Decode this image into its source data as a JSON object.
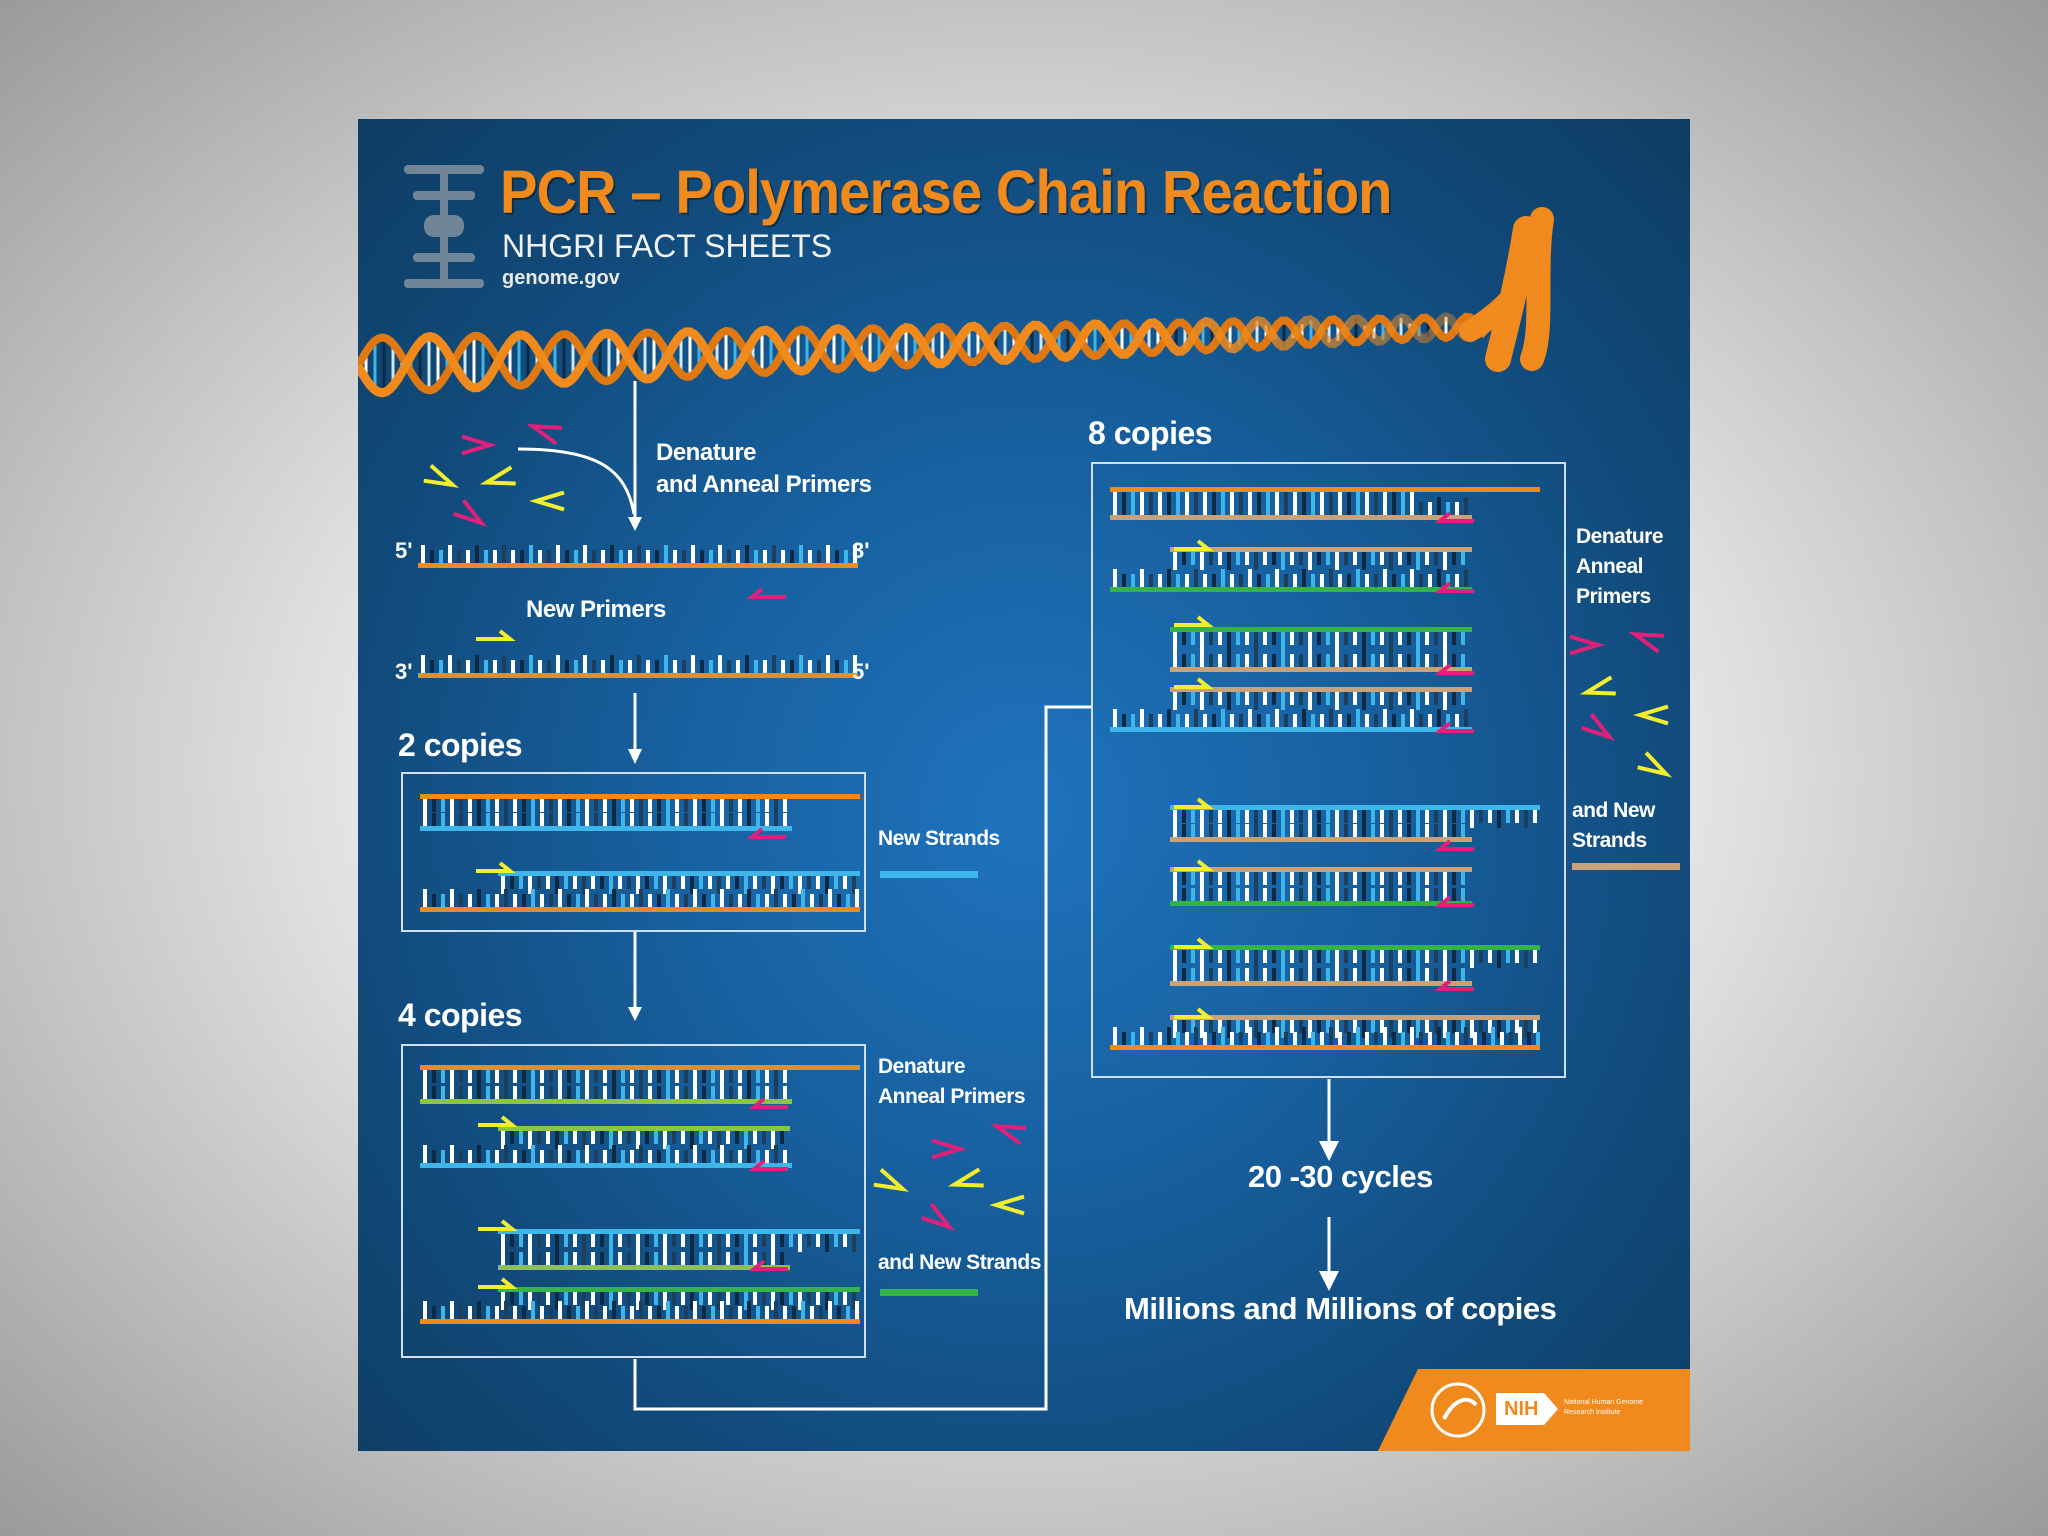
{
  "header": {
    "title": "PCR – Polymerase Chain Reaction",
    "subtitle": "NHGRI FACT SHEETS",
    "site": "genome.gov"
  },
  "labels": {
    "denature_anneal_1": "Denature",
    "denature_anneal_2": "and Anneal Primers",
    "new_primers": "New Primers",
    "five_prime": "5'",
    "three_prime": "3'",
    "two_copies": "2 copies",
    "new_strands": "New Strands",
    "four_copies": "4 copies",
    "denature": "Denature",
    "anneal_primers": "Anneal Primers",
    "and_new_strands": "and New Strands",
    "eight_copies": "8 copies",
    "denature_r": "Denature",
    "anneal_r": "Anneal",
    "primers_r": "Primers",
    "and_new_r": "and New",
    "strands_r": "Strands",
    "cycles": "20 -30 cycles",
    "millions": "Millions and Millions of copies"
  },
  "footer": {
    "nih": "NIH",
    "institute_1": "National Human Genome",
    "institute_2": "Research Institute"
  },
  "colors": {
    "background": "#1a66aa",
    "orange": "#f08a1c",
    "blue_strand": "#3fb6ea",
    "green_strand": "#36b24a",
    "lime_strand": "#8cc63f",
    "tan_strand": "#c9a27a",
    "primer_yellow": "#f2ee2b",
    "primer_magenta": "#e0207a"
  }
}
